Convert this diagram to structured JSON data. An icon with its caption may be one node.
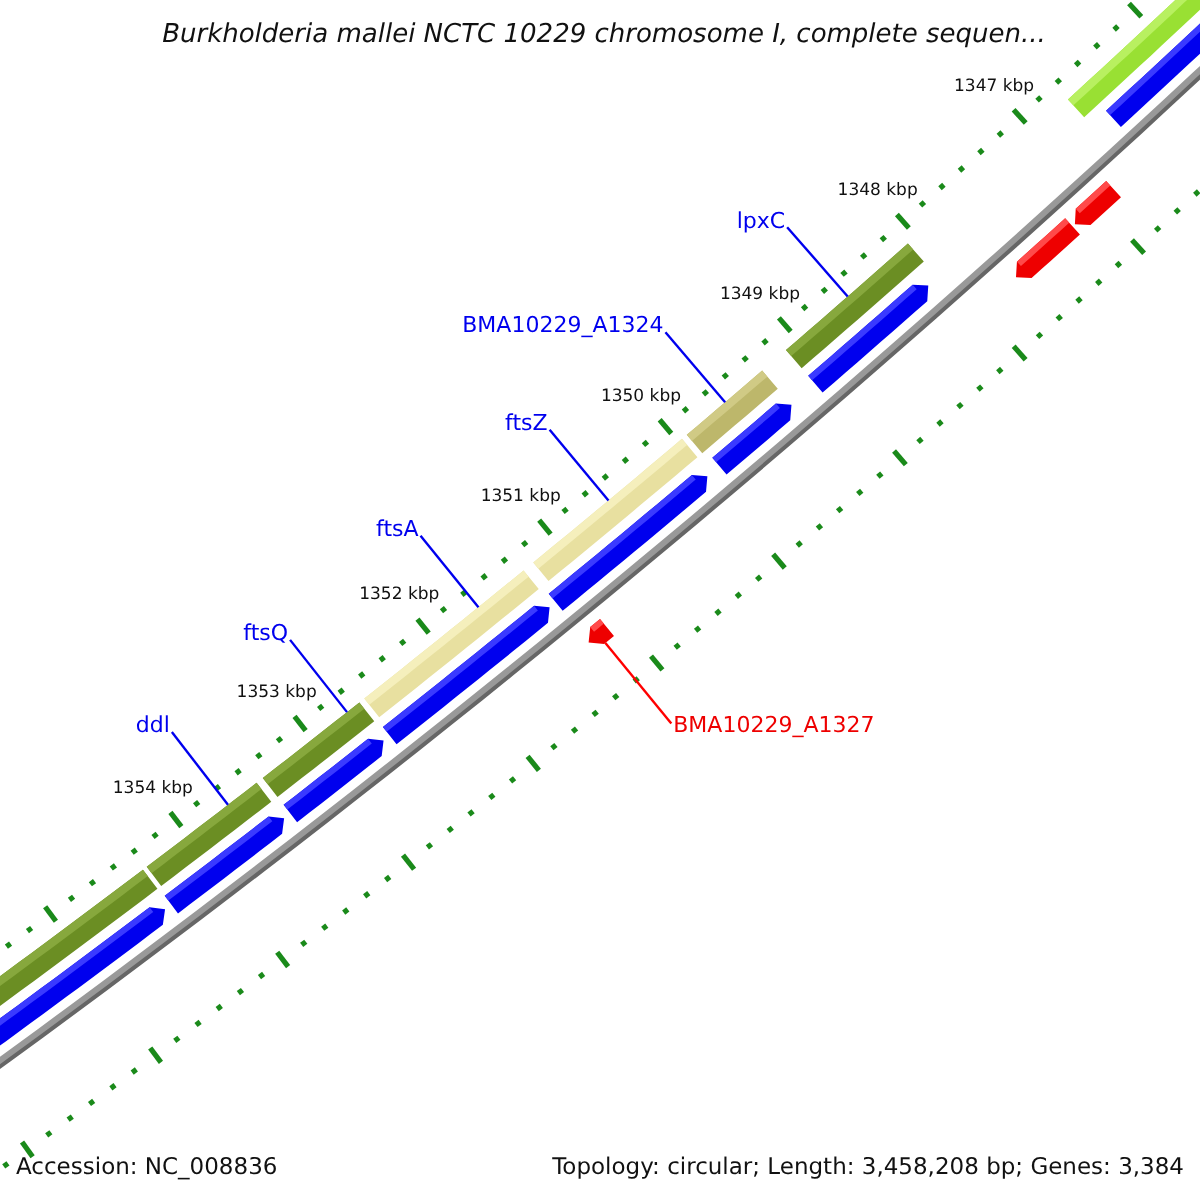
{
  "diagram": {
    "title": "Burkholderia mallei NCTC 10229 chromosome I, complete sequen...",
    "nodes": [
      {
        "text": [
          "lpxC"
        ]
      },
      {
        "text": [
          "BMA10229_A1324"
        ]
      },
      {
        "text": [
          "ftsZ"
        ]
      },
      {
        "text": [
          "ftsA"
        ]
      },
      {
        "text": [
          "ftsQ"
        ]
      },
      {
        "text": [
          "ddl"
        ]
      },
      {
        "text": [
          "BMA10229_A1327"
        ]
      },
      {
        "text": [],
        "shape": "bar"
      },
      {
        "text": [],
        "shape": "bar"
      },
      {
        "text": [],
        "shape": "bar"
      },
      {
        "text": [],
        "shape": "bar"
      },
      {
        "text": [],
        "shape": "bar"
      },
      {
        "text": [],
        "shape": "bar"
      },
      {
        "text": [],
        "shape": "bar"
      }
    ],
    "edges": [
      {
        "from": 0,
        "to": 7,
        "arrow": "none"
      },
      {
        "from": 1,
        "to": 8,
        "arrow": "none"
      },
      {
        "from": 2,
        "to": 9,
        "arrow": "none"
      },
      {
        "from": 3,
        "to": 10,
        "arrow": "none"
      },
      {
        "from": 4,
        "to": 11,
        "arrow": "none"
      },
      {
        "from": 5,
        "to": 12,
        "arrow": "none"
      },
      {
        "from": 6,
        "to": 13,
        "arrow": "none",
        "color": "#ff0000"
      }
    ],
    "labels": [
      "1347 kbp",
      "1348 kbp",
      "1349 kbp",
      "1350 kbp",
      "1351 kbp",
      "1352 kbp",
      "1353 kbp",
      "1354 kbp",
      "Accession: NC_008836",
      "Topology: circular; Length: 3,458,208 bp; Genes: 3,384"
    ]
  }
}
